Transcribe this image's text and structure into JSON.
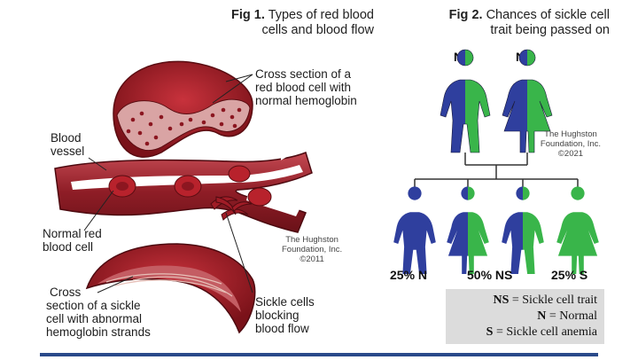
{
  "fig1": {
    "number": "Fig 1.",
    "title_line1": "Types of red blood",
    "title_line2": "cells and blood flow",
    "label_cross_section_normal": [
      "Cross section of a",
      "red blood cell with",
      "normal hemoglobin"
    ],
    "label_blood_vessel": [
      "Blood",
      "vessel"
    ],
    "label_normal_cell": [
      "Normal red",
      "blood cell"
    ],
    "label_cross_section_sickle": [
      "Cross",
      "section of a sickle",
      "cell with abnormal",
      "hemoglobin strands"
    ],
    "label_sickle_blocking": [
      "Sickle cells",
      "blocking",
      "blood flow"
    ],
    "credit": [
      "The Hughston",
      "Foundation, Inc.",
      "©2011"
    ]
  },
  "fig2": {
    "number": "Fig 2.",
    "title_line1": "Chances of sickle cell",
    "title_line2": "trait being passed on",
    "parents": [
      "NS",
      "NS"
    ],
    "credit": [
      "The Hughston",
      "Foundation, Inc.",
      "©2021"
    ],
    "children_labels": [
      "25% N",
      "50% NS",
      "25% S"
    ],
    "legend": [
      {
        "key": "NS",
        "text": "= Sickle cell trait"
      },
      {
        "key": "N",
        "text": "= Normal"
      },
      {
        "key": "S",
        "text": "= Sickle cell anemia"
      }
    ]
  },
  "colors": {
    "normal": "#2f3f9e",
    "sickle": "#39b54a",
    "blood": "#9b1c24",
    "legend_bg": "#dcdcdc",
    "bar": "#2a4a8a"
  }
}
